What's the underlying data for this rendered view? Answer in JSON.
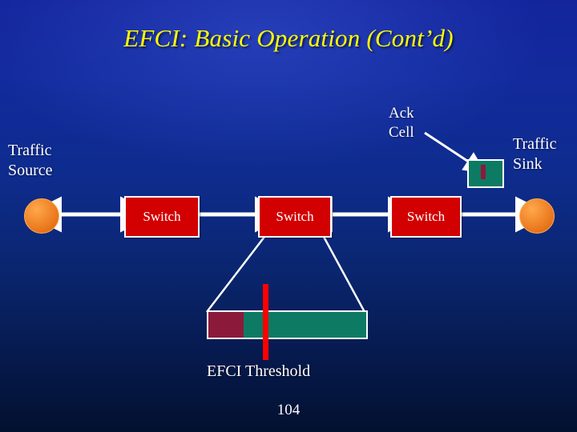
{
  "slide": {
    "title": "EFCI: Basic Operation (Cont’d)",
    "page_number": "104",
    "accent_title_color": "#ffff00",
    "switch_color": "#d20000",
    "node_color": "#e8741a",
    "queue_fill_color": "#0d7a64",
    "queue_head_color": "#8b1a3a",
    "threshold_color": "#ff0000",
    "background_color": "#0b2380"
  },
  "labels": {
    "traffic_source": "Traffic\nSource",
    "traffic_sink": "Traffic\nSink",
    "ack_cell": "Ack\nCell",
    "efci_threshold": "EFCI Threshold"
  },
  "switches": [
    {
      "label": "Switch"
    },
    {
      "label": "Switch"
    },
    {
      "label": "Switch"
    }
  ]
}
